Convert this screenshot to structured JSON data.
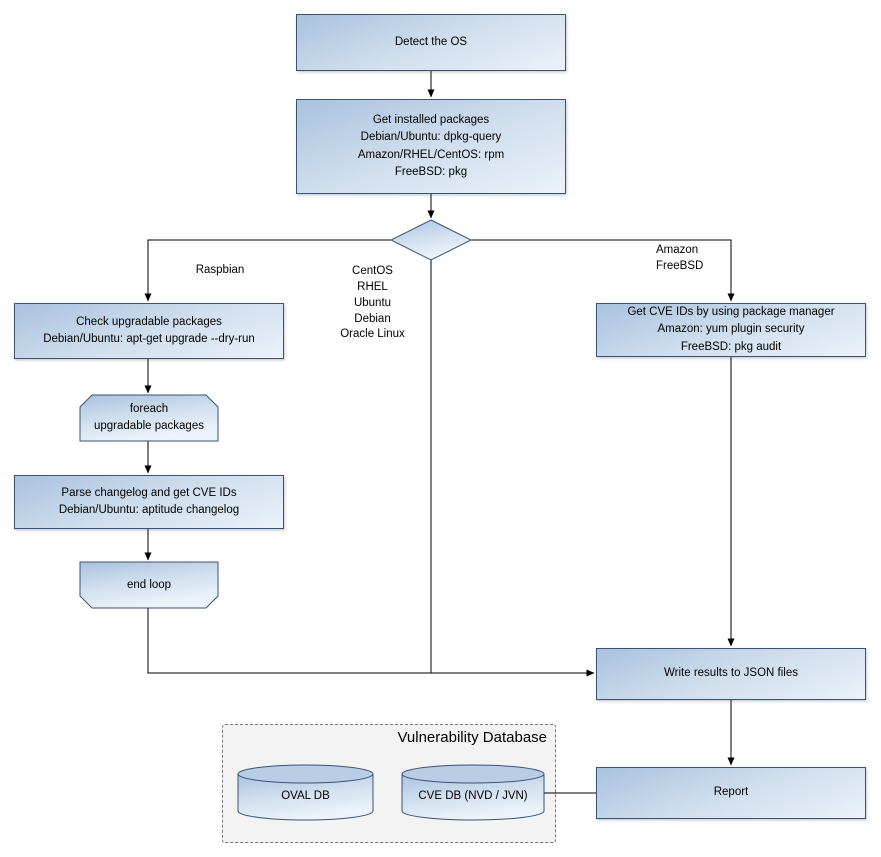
{
  "nodes": {
    "detect_os": "Detect the OS",
    "get_installed_packages": "Get installed packages\nDebian/Ubuntu: dpkg-query\nAmazon/RHEL/CentOS: rpm\nFreeBSD: pkg",
    "check_upgradable": "Check upgradable packages\nDebian/Ubuntu: apt-get upgrade --dry-run",
    "foreach_loop": "foreach\nupgradable packages",
    "parse_changelog": "Parse changelog and get CVE IDs\nDebian/Ubuntu: aptitude changelog",
    "end_loop": "end loop",
    "get_cve_ids": "Get CVE IDs by using package manager\nAmazon: yum plugin security\nFreeBSD: pkg audit",
    "write_results": "Write results to JSON files",
    "report": "Report"
  },
  "branch_labels": {
    "raspbian": "Raspbian",
    "middle_os": "CentOS\nRHEL\nUbuntu\nDebian\nOracle Linux",
    "right_os": "Amazon\nFreeBSD"
  },
  "database": {
    "title": "Vulnerability Database",
    "oval_db": "OVAL DB",
    "cve_db": "CVE DB (NVD / JVN)"
  },
  "palette": {
    "node_fill_top": "#a9c2de",
    "node_fill_bottom": "#ecf2f9",
    "node_border": "#3b5373",
    "connector": "#000000",
    "group_fill": "#f3f3f3",
    "group_border": "#777777"
  }
}
